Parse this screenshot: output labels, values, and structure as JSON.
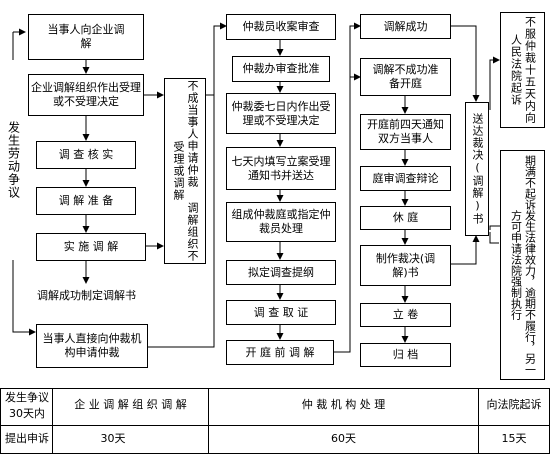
{
  "left_col": {
    "start": "发生劳动争议",
    "employee_to_enterprise": "当事人向企业调解",
    "enterprise_decides": "企业调解组织作出受理或不受理决定",
    "investigate": "调 查 核 实",
    "prepare": "调 解 准 备",
    "mediate": "实 施 调 解",
    "success_sign": "调解成功制定调解书",
    "direct_apply": "当事人直接向仲裁机构申请仲裁",
    "not_success_apply": "不成当事人申请仲裁 调解组织不受理或调解"
  },
  "mid_col": {
    "receive": "仲裁员收案审查",
    "office_approve": "仲裁办审查批准",
    "committee_decide": "仲裁委七日内作出受理或不受理决定",
    "notify": "七天内填写立案受理通知书并送达",
    "form_tribunal": "组成仲裁庭或指定仲裁员处理",
    "draft_outline": "拟定调查提纲",
    "evidence": "调 查 取 证",
    "pre_mediation": "开 庭 前 调 解"
  },
  "right_col": {
    "mediation_success": "调解成功",
    "fail_prepare": "调解不成功准备开庭",
    "four_days": "开庭前四天通知双方当事人",
    "hearing": "庭审调查辩论",
    "adjourn": "休 庭",
    "make_award": "制作裁决(调解)书",
    "file": "立 卷",
    "archive": "归 档",
    "deliver": "送达裁决(调解)书",
    "sue": "不服仲裁十五天内向人民法院起诉",
    "enforce": "期满不起诉发生法律效力，逾期不履行，另一方可申请法院强制执行"
  },
  "table": {
    "r1c1": "发生争议",
    "r1c1b": "30天内",
    "r1c2": "企 业 调 解 组 织 调 解",
    "r1c3": "仲 裁 机 构 处 理",
    "r1c4": "向法院起诉",
    "r2c1": "提出申诉",
    "r2c2": "30天",
    "r2c3": "60天",
    "r2c4": "15天"
  }
}
